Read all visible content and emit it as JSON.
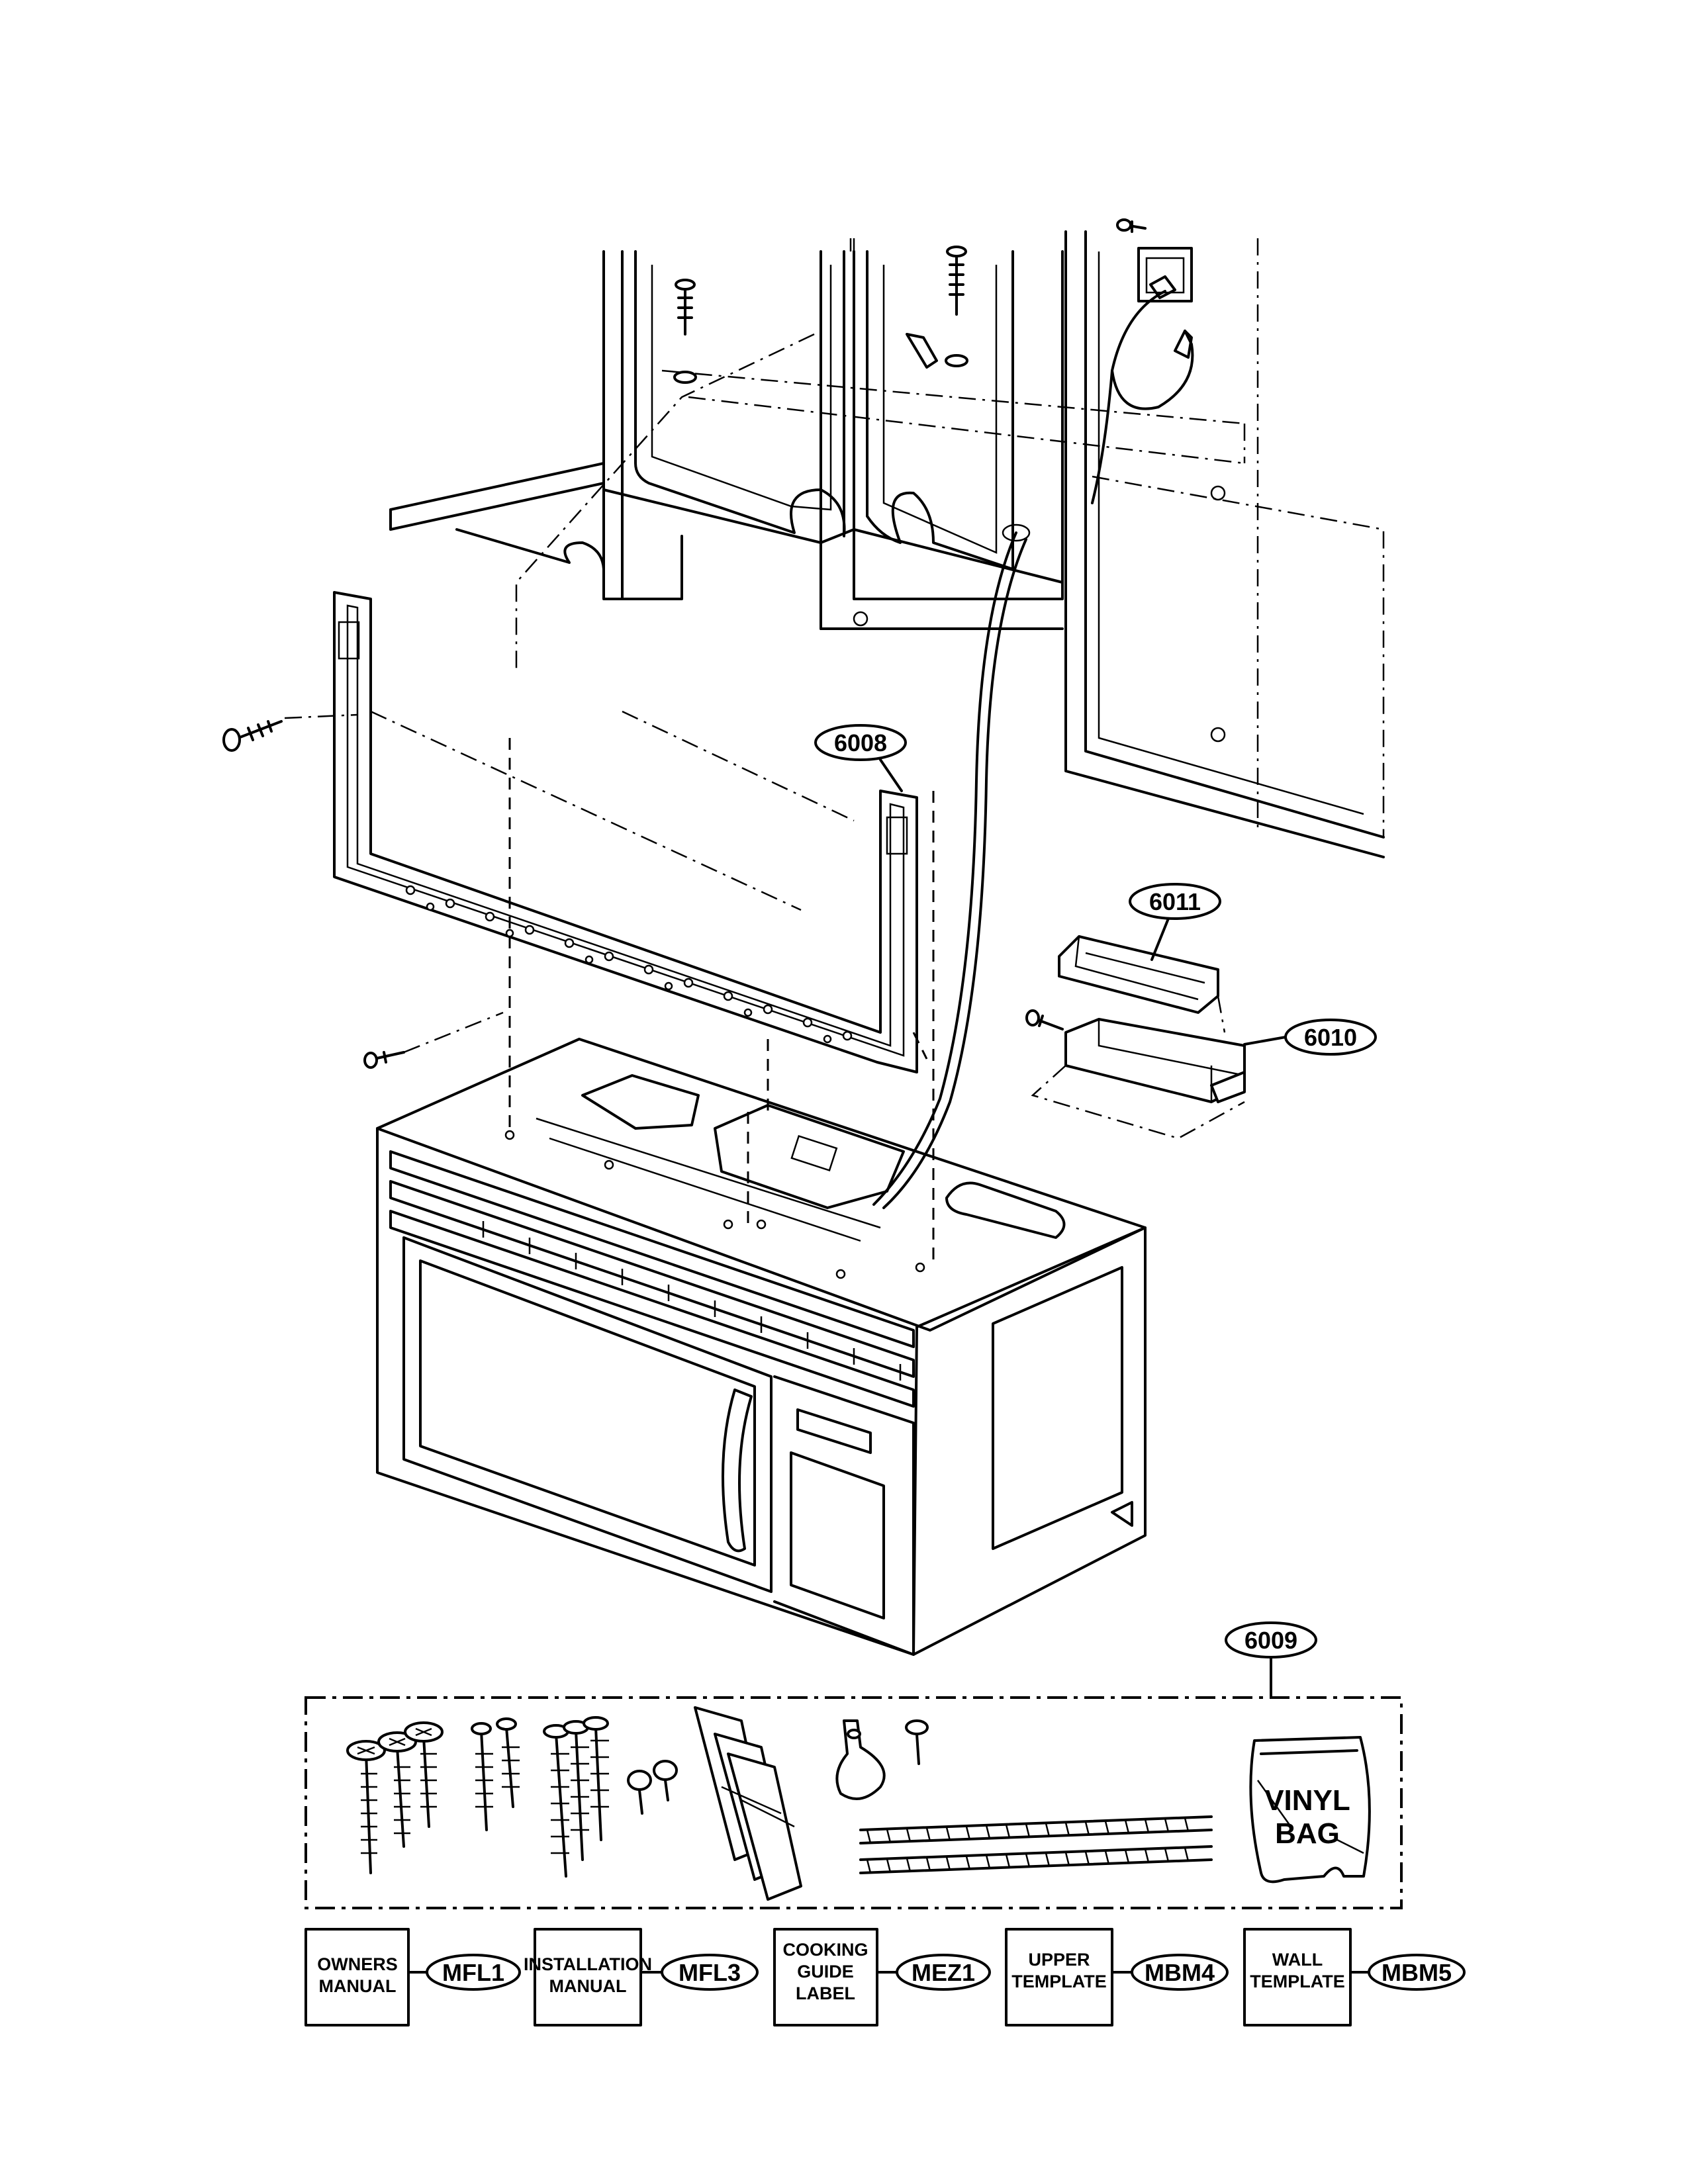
{
  "callouts": {
    "c6008": "6008",
    "c6009": "6009",
    "c6010": "6010",
    "c6011": "6011"
  },
  "kit": {
    "vinyl_line1": "VINYL",
    "vinyl_line2": "BAG"
  },
  "docs": [
    {
      "code": "MFL1",
      "lines": [
        "OWNERS",
        "MANUAL"
      ]
    },
    {
      "code": "MFL3",
      "lines": [
        "INSTALLATION",
        "MANUAL"
      ]
    },
    {
      "code": "MEZ1",
      "lines": [
        "COOKING",
        "GUIDE",
        "LABEL"
      ]
    },
    {
      "code": "MBM4",
      "lines": [
        "UPPER",
        "TEMPLATE"
      ]
    },
    {
      "code": "MBM5",
      "lines": [
        "WALL",
        "TEMPLATE"
      ]
    }
  ]
}
